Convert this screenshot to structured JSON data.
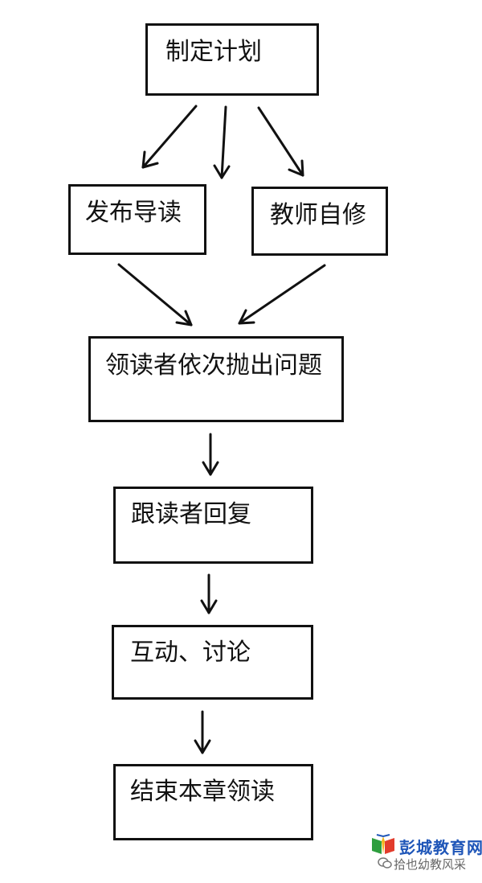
{
  "nodes": [
    {
      "id": "plan",
      "label": "制定计划"
    },
    {
      "id": "guide",
      "label": "发布导读"
    },
    {
      "id": "self-study",
      "label": "教师自修"
    },
    {
      "id": "leader",
      "label": "领读者依次抛出问题"
    },
    {
      "id": "follower",
      "label": "跟读者回复"
    },
    {
      "id": "discuss",
      "label": "互动、讨论"
    },
    {
      "id": "end",
      "label": "结束本章领读"
    }
  ],
  "watermark": {
    "title": "彭城教育网",
    "subtitle": "拾也幼教风采"
  },
  "colors": {
    "stroke": "#111111",
    "watermark_blue": "#1f56b8"
  }
}
